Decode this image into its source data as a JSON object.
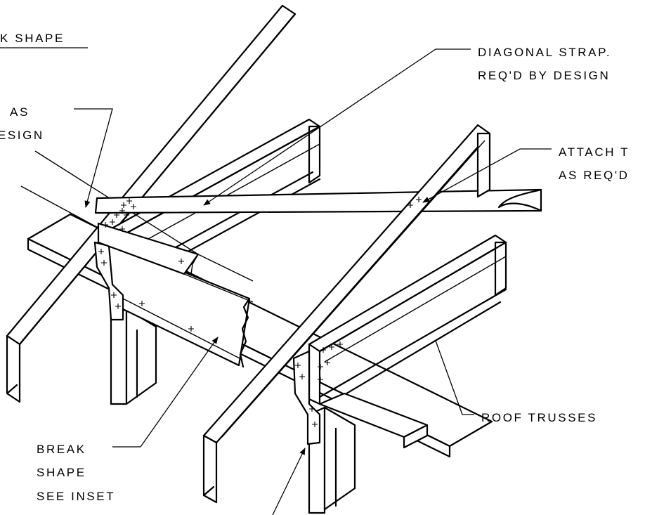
{
  "labels": {
    "break_shape_title": "K SHAPE",
    "diagonal_strap_line1": "DIAGONAL STRAP.",
    "diagonal_strap_line2": "REQ'D BY DESIGN",
    "strap_as_line1": "AS",
    "strap_as_line2": "DESIGN",
    "attach_line1": "ATTACH T",
    "attach_line2": "AS REQ'D",
    "roof_trusses": "ROOF TRUSSES",
    "break_shape_line1": "BREAK",
    "break_shape_line2": "SHAPE",
    "break_shape_line3": "SEE INSET"
  },
  "colors": {
    "ink": "#000000",
    "paper": "#ffffff"
  }
}
